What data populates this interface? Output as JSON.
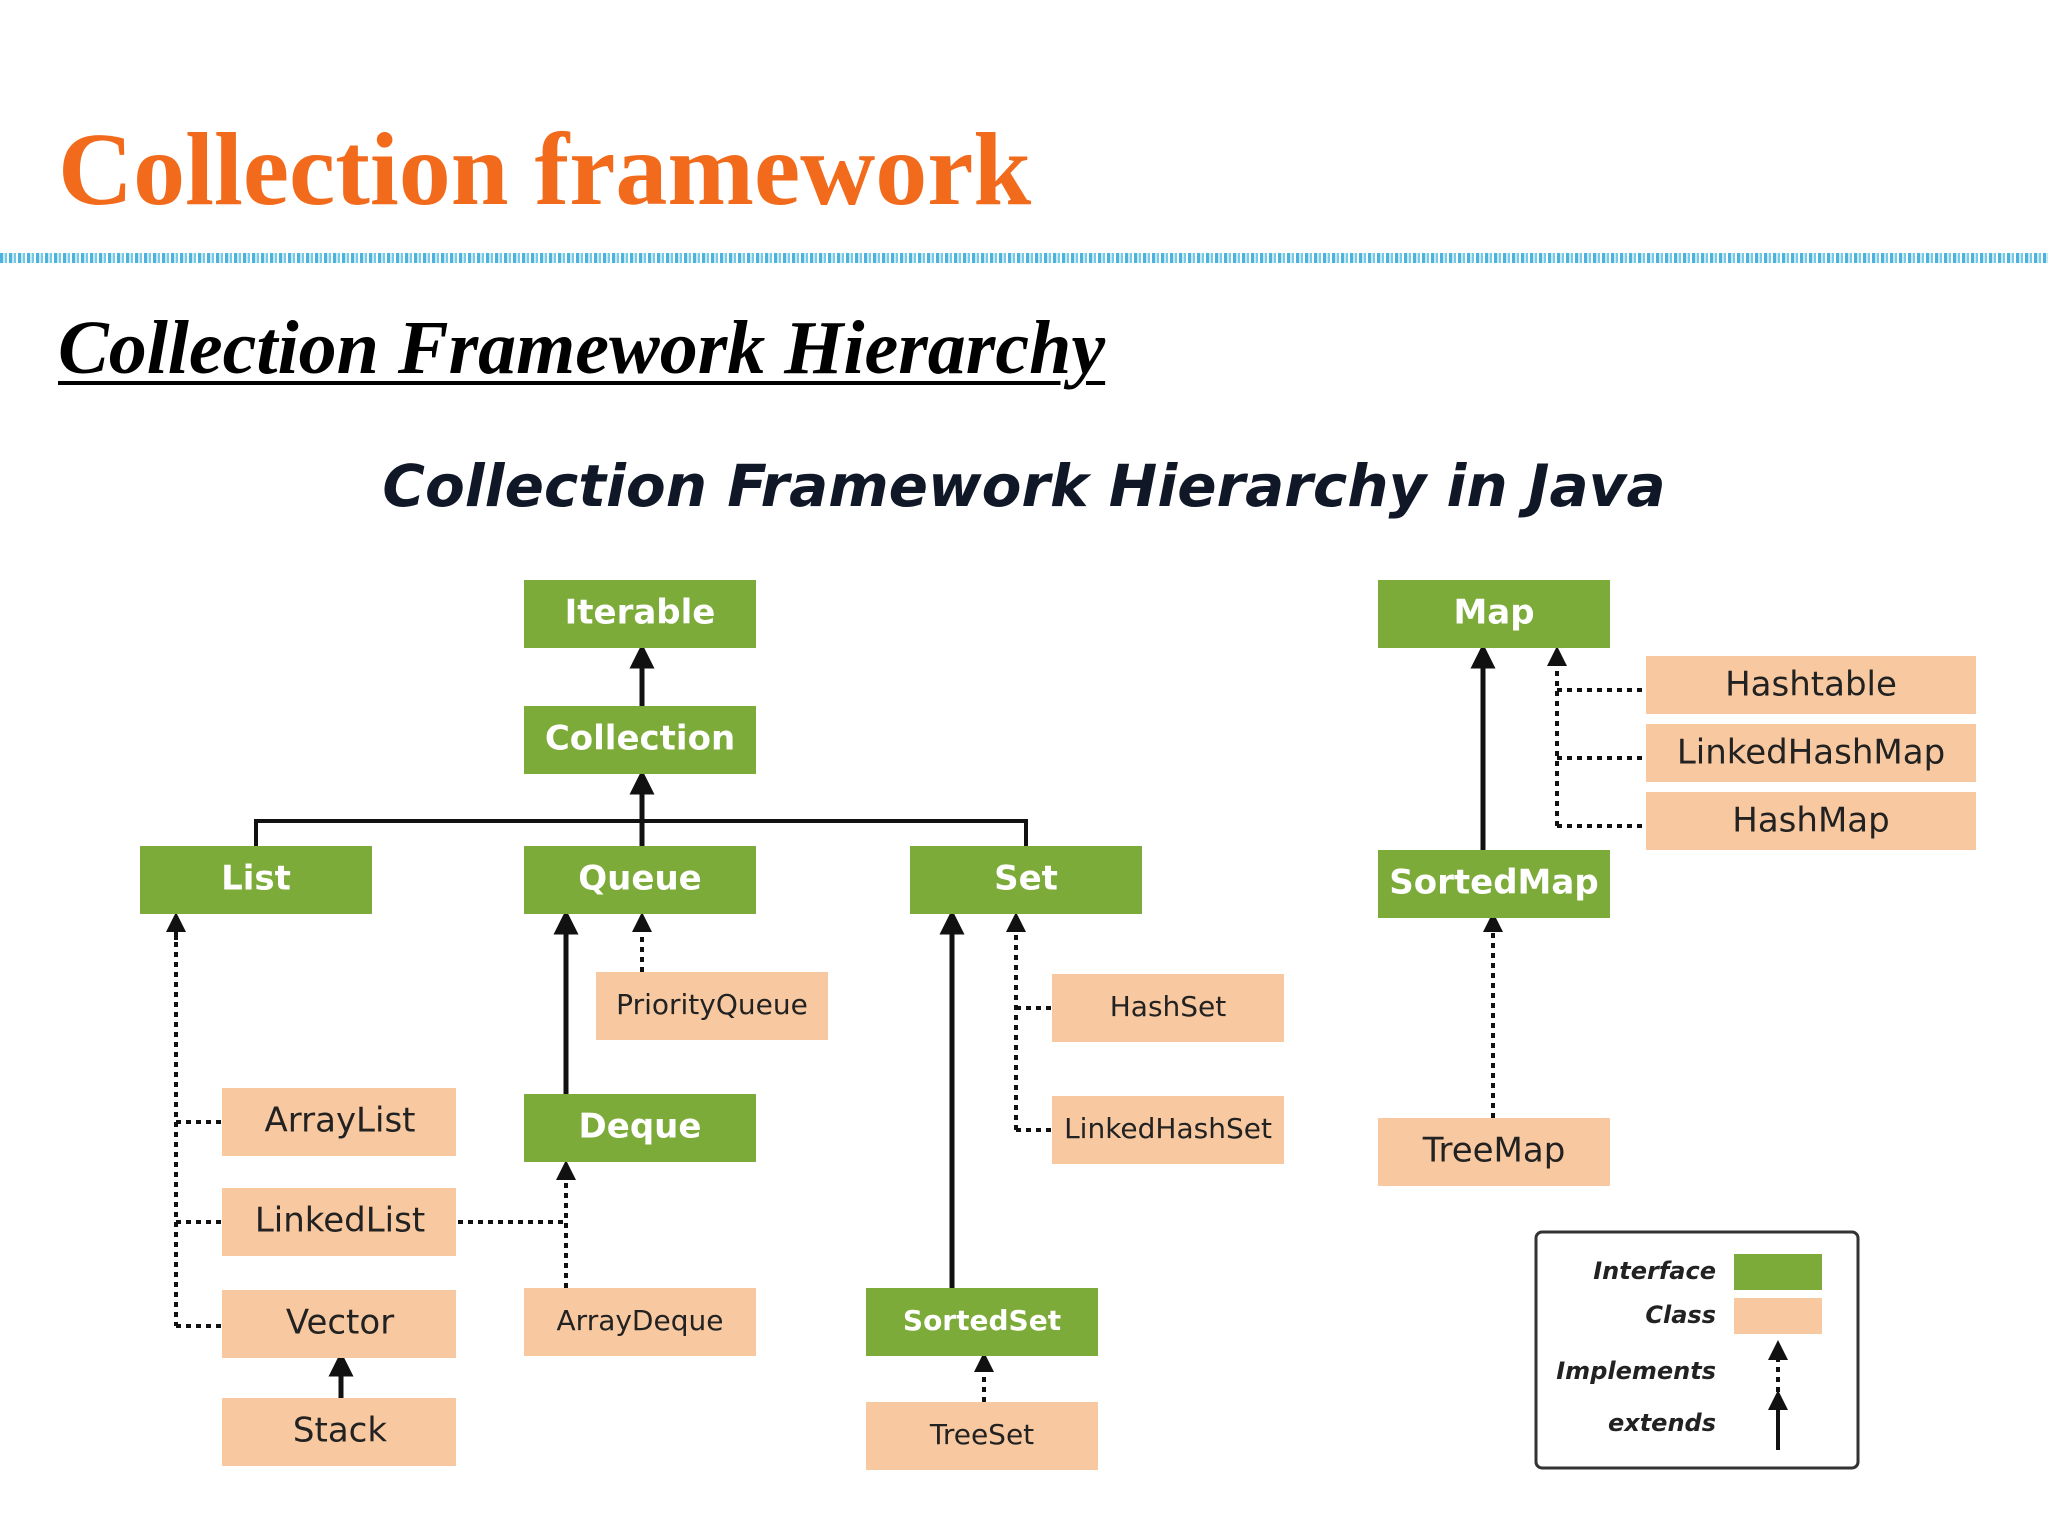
{
  "slide": {
    "title": "Collection framework",
    "section_heading": "Collection Framework Hierarchy"
  },
  "diagram": {
    "title": "Collection Framework Hierarchy in Java",
    "colors": {
      "interface": "#7cab3a",
      "class": "#f8c9a0",
      "arrow": "#111111",
      "title": "#101828"
    },
    "nodes": {
      "iterable": "Iterable",
      "collection": "Collection",
      "list": "List",
      "queue": "Queue",
      "set": "Set",
      "map": "Map",
      "sortedmap": "SortedMap",
      "deque": "Deque",
      "sortedset": "SortedSet",
      "priorityqueue": "PriorityQueue",
      "hashset": "HashSet",
      "linkedhashset": "LinkedHashSet",
      "arraylist": "ArrayList",
      "linkedlist": "LinkedList",
      "vector": "Vector",
      "stack": "Stack",
      "arraydeque": "ArrayDeque",
      "treeset": "TreeSet",
      "treemap": "TreeMap",
      "hashtable": "Hashtable",
      "linkedhashmap": "LinkedHashMap",
      "hashmap": "HashMap"
    },
    "legend": {
      "interface": "Interface",
      "class": "Class",
      "implements": "Implements",
      "extends": "extends"
    }
  }
}
